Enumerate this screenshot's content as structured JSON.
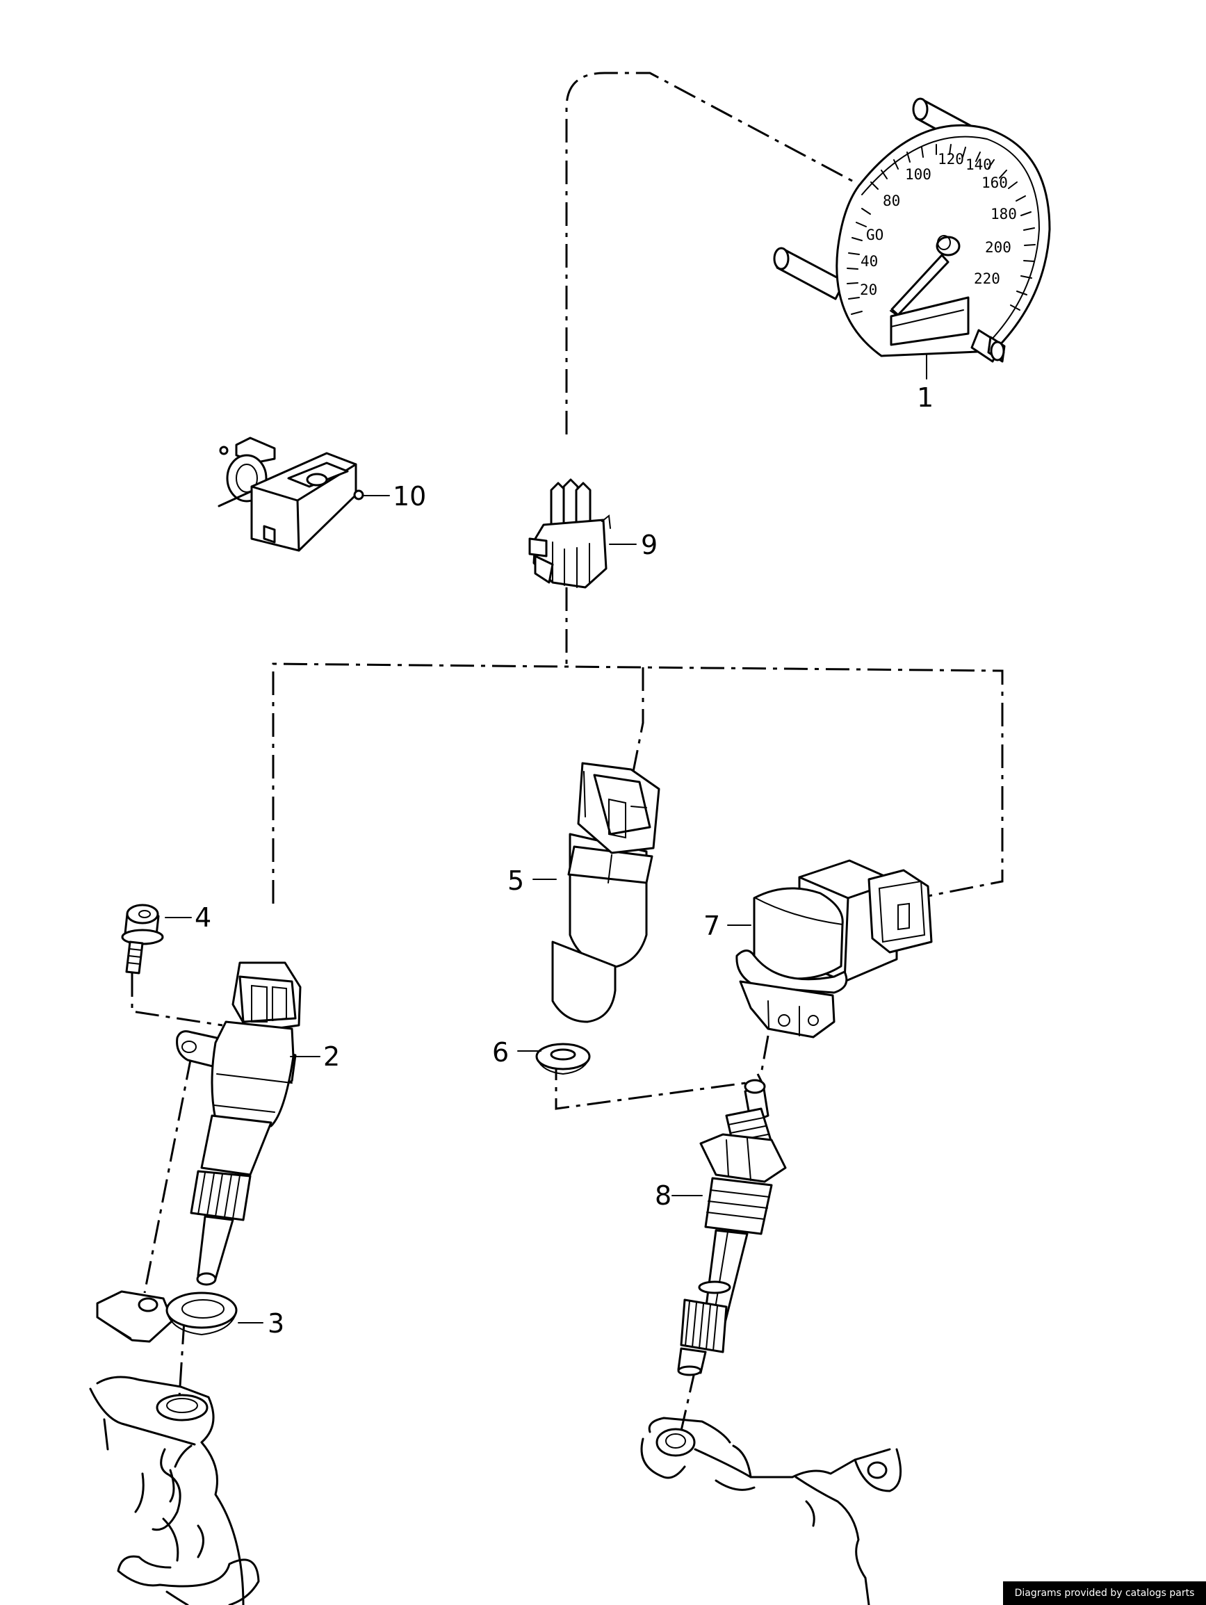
{
  "callouts": [
    "1",
    "2",
    "3",
    "4",
    "5",
    "6",
    "7",
    "8",
    "9",
    "10"
  ],
  "speedometer": {
    "scale": [
      "20",
      "40",
      "GO",
      "80",
      "100",
      "120",
      "140",
      "160",
      "180",
      "200",
      "220"
    ]
  },
  "footer": {
    "credit": "Diagrams provided by catalogs parts"
  }
}
